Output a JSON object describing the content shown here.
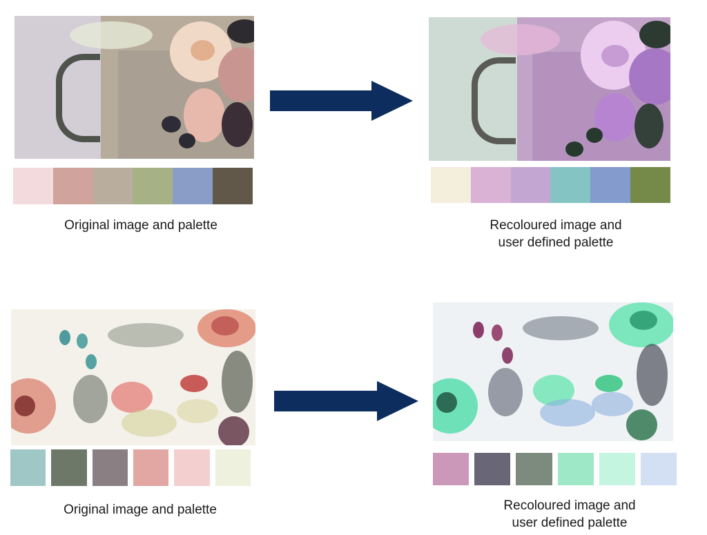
{
  "figure": {
    "arrow_color": "#0c2d5e",
    "rows": [
      {
        "original": {
          "image_label": "vintage tray with roses and berries (original)",
          "palette": [
            "#f2dadd",
            "#d0a39c",
            "#b9ad9e",
            "#a6b185",
            "#8a9dc6",
            "#625849"
          ],
          "caption": "Original image and palette"
        },
        "recoloured": {
          "image_label": "vintage tray with roses and berries (recoloured)",
          "palette": [
            "#f4eedd",
            "#d9b2d6",
            "#c3a7d2",
            "#84c4c2",
            "#849bcd",
            "#758a49"
          ],
          "caption_line1": "Recoloured image and",
          "caption_line2": "user defined palette"
        }
      },
      {
        "original": {
          "image_label": "watercolor floral illustration (original)",
          "palette": [
            "#9fc7c6",
            "#6d7868",
            "#8a7f83",
            "#e2a7a3",
            "#f3d0cf",
            "#eef1dd"
          ],
          "caption": "Original image and palette"
        },
        "recoloured": {
          "image_label": "watercolor floral illustration (recoloured)",
          "palette": [
            "#cb98b9",
            "#696678",
            "#7d8a7e",
            "#9ee8c8",
            "#c4f5e1",
            "#d3e0f3"
          ],
          "caption_line1": "Recoloured image and",
          "caption_line2": "user defined palette"
        }
      }
    ]
  }
}
